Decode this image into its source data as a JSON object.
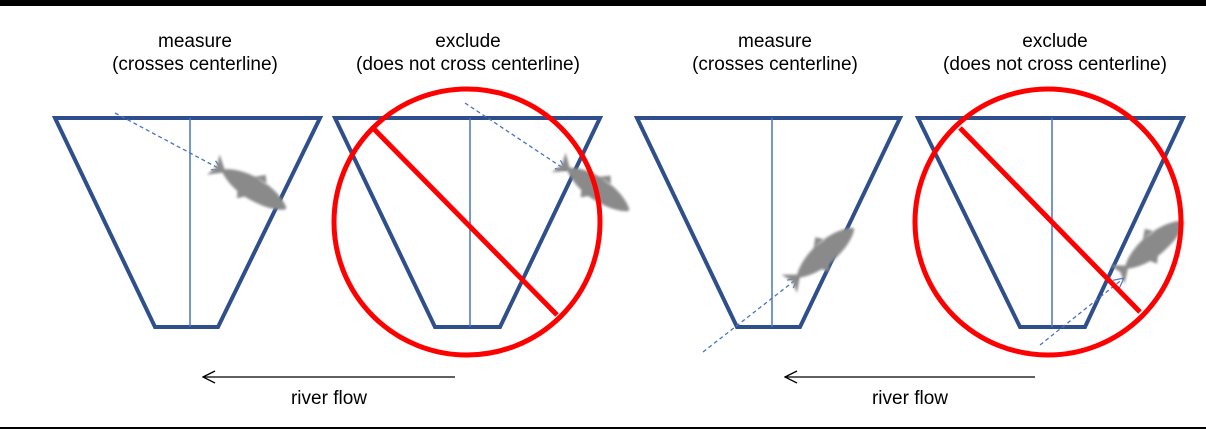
{
  "panels": [
    {
      "title": "measure",
      "subtitle": "(crosses centerline)"
    },
    {
      "title": "exclude",
      "subtitle": "(does not cross centerline)"
    },
    {
      "title": "measure",
      "subtitle": "(crosses centerline)"
    },
    {
      "title": "exclude",
      "subtitle": "(does not cross centerline)"
    }
  ],
  "flow": {
    "label": "river flow"
  },
  "colors": {
    "trap_outline": "#2f4f8c",
    "centerline": "#4a73c4",
    "prohibition": "#ff0000",
    "fish": "#8a8a8a",
    "path": "#4a73c4"
  }
}
